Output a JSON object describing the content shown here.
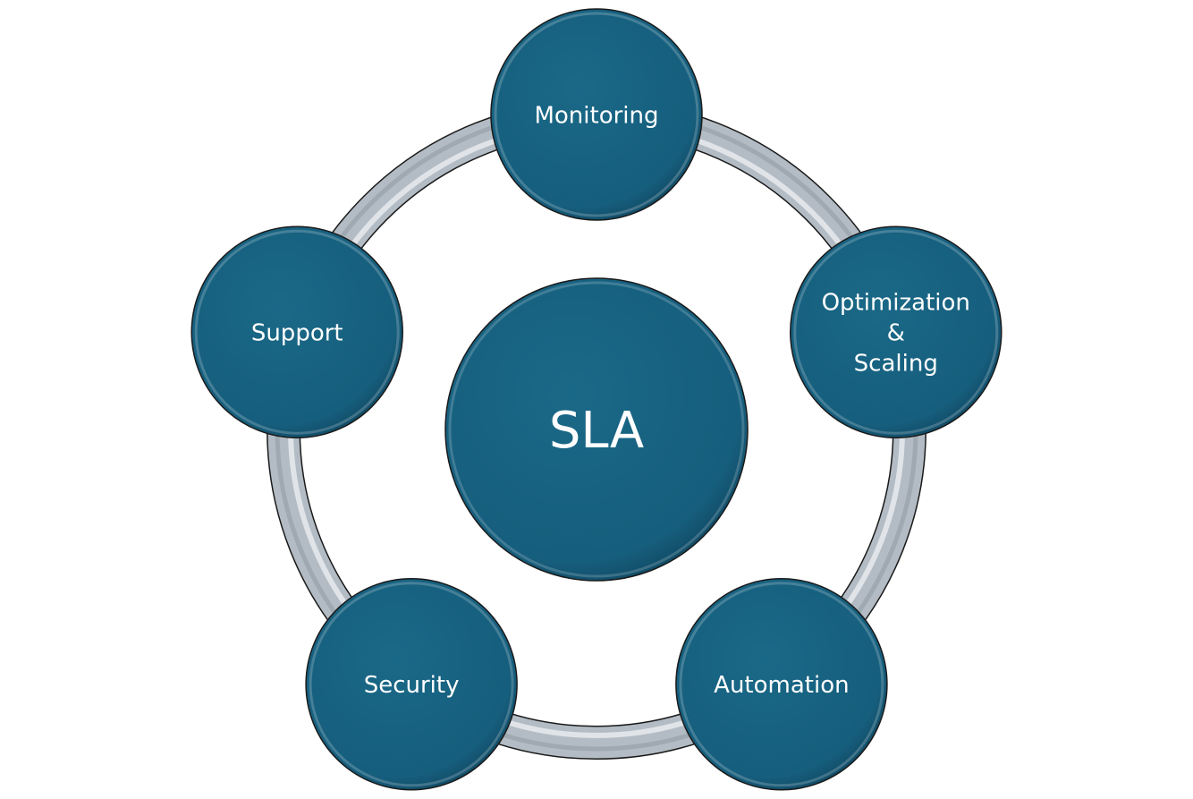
{
  "diagram": {
    "center": {
      "label": "SLA"
    },
    "nodes": [
      {
        "label_lines": [
          "Monitoring"
        ]
      },
      {
        "label_lines": [
          "Optimization",
          "&",
          "Scaling"
        ]
      },
      {
        "label_lines": [
          "Automation"
        ]
      },
      {
        "label_lines": [
          "Security"
        ]
      },
      {
        "label_lines": [
          "Support"
        ]
      }
    ]
  },
  "colors": {
    "node_fill": "#17607f",
    "ring_fill": "#b3bcc4",
    "outline": "#1a1a1a",
    "text": "#ffffff"
  }
}
